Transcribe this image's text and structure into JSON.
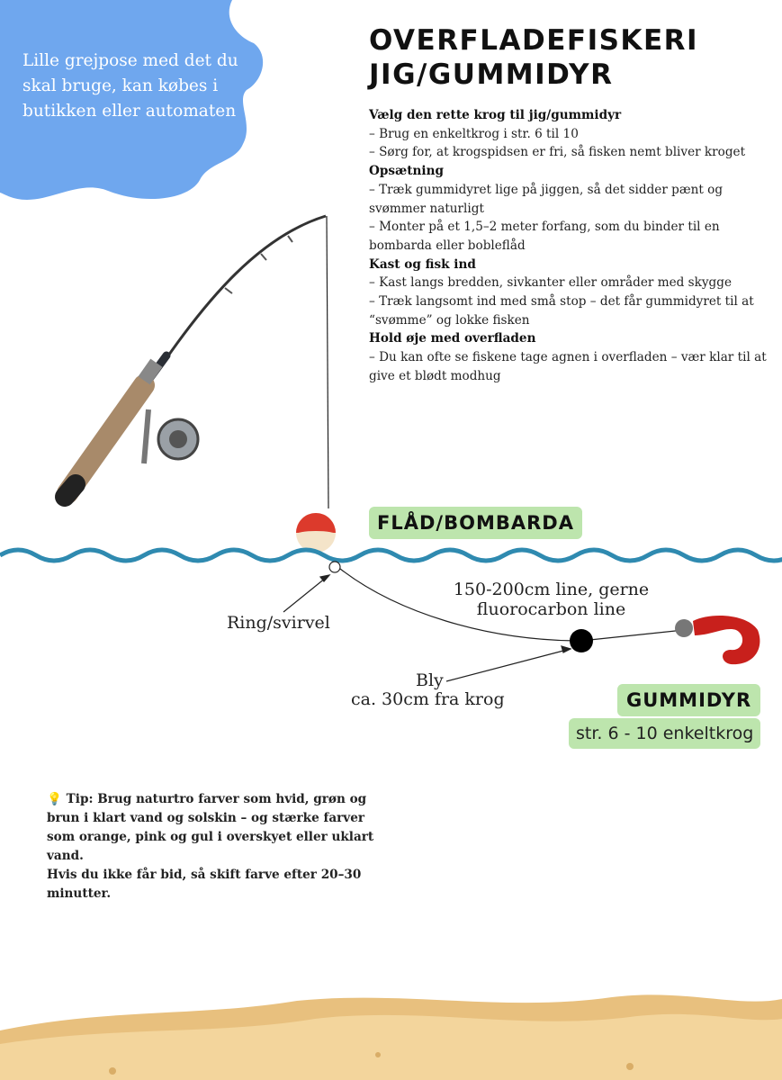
{
  "bag_note": "Lille grejpose med det du skal bruge, kan købes i butikken eller automaten",
  "title": {
    "line1": "OVERFLADEFISKERI",
    "line2": "JIG/GUMMIDYR"
  },
  "sections": [
    {
      "heading": "Vælg den rette krog til jig/gummidyr",
      "items": [
        "– Brug en enkeltkrog i str. 6 til 10",
        "– Sørg for, at krogspidsen er fri, så fisken nemt bliver kroget"
      ]
    },
    {
      "heading": "Opsætning",
      "items": [
        "– Træk gummidyret lige på jiggen, så det sidder pænt og svømmer naturligt",
        "– Monter på et 1,5–2 meter forfang, som du binder til en bombarda eller bobleflåd"
      ]
    },
    {
      "heading": "Kast og fisk ind",
      "items": [
        "– Kast langs bredden, sivkanter eller områder med skygge",
        "– Træk langsomt ind med små stop – det får gummidyret til at “svømme” og lokke fisken"
      ]
    },
    {
      "heading": "Hold øje med overfladen",
      "items": [
        "– Du kan ofte se fiskene tage agnen i overfladen – vær klar til at give et blødt modhug"
      ]
    }
  ],
  "diagram": {
    "float_label": "FLÅD/BOMBARDA",
    "line_label_1": "150-200cm line, gerne",
    "line_label_2": "fluorocarbon line",
    "ring_label": "Ring/svirvel",
    "sinker_label_1": "Bly",
    "sinker_label_2": "ca. 30cm fra krog",
    "lure_label": "GUMMIDYR",
    "hook_label": "str. 6 - 10 enkeltkrog"
  },
  "tip": {
    "icon": "lightbulb-icon",
    "text": "Tip: Brug naturtro farver som hvid, grøn og brun i klart vand og solskin – og stærke farver som orange, pink og gul i overskyet eller uklart vand.",
    "text2": "Hvis du ikke får bid, så skift farve efter 20–30 minutter."
  },
  "colors": {
    "blob": "#6fa7ee",
    "water": "#2f8ab0",
    "label_bg": "#bde5ad",
    "float_red": "#d9372b",
    "lure_red": "#c8201c",
    "sand": "#f1cf93"
  }
}
